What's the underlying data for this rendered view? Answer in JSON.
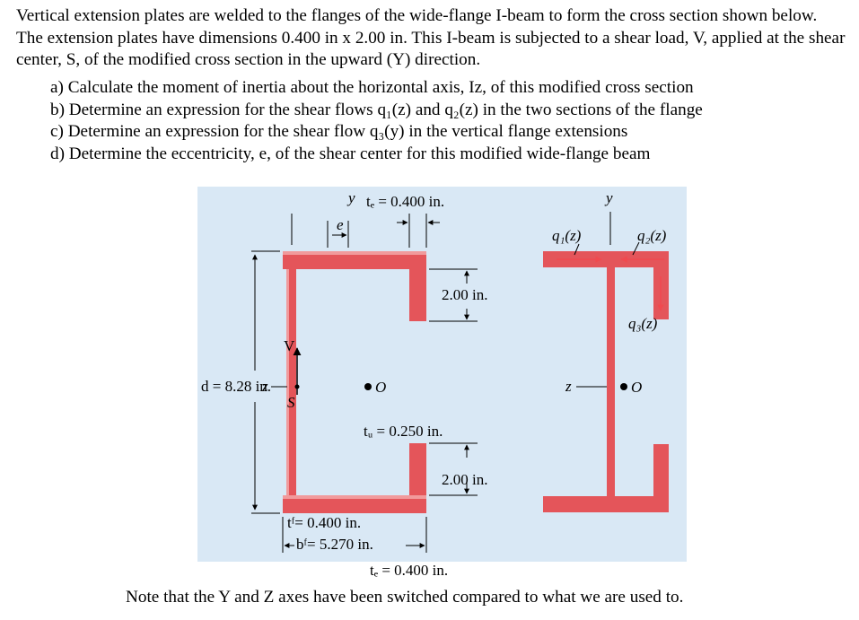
{
  "problem": {
    "intro": "Vertical extension plates are welded to the flanges of the wide-flange I-beam to form the cross section shown below. The extension plates have dimensions 0.400 in x 2.00 in. This I-beam is subjected to a shear load, V, applied at the shear center, S, of the modified cross section in the upward (Y) direction.",
    "parts": [
      "a) Calculate the moment of inertia about the horizontal axis, Iz, of this modified cross section",
      "b) Determine an expression for the shear flows q₁(z) and q₂(z) in the two sections of the flange",
      "c) Determine an expression for the shear flow q₃(y) in the vertical flange extensions",
      "d) Determine the eccentricity, e, of the shear center for this modified wide-flange beam"
    ],
    "note": "Note that the Y and Z axes have been switched compared to what we are used to."
  },
  "figure": {
    "te_top": "tₑ = 0.400 in.",
    "ext_top": "2.00 in.",
    "tw": "tᵤ = 0.250 in.",
    "ext_bottom": "2.00 in.",
    "tf": "tᶠ= 0.400 in.",
    "bf": "bᶠ= 5.270 in.",
    "te_bottom": "tₑ = 0.400 in.",
    "d": "d = 8.28 in.",
    "y_axis": "y",
    "z_axis": "z",
    "e_label": "e",
    "V_label": "V",
    "S_label": "S",
    "O_label": "O",
    "q1": "q₁(z)",
    "q2": "q₂(z)",
    "q3": "q₃(z)",
    "colors": {
      "beam_fill": "#e4555a",
      "beam_light": "#f19a9c",
      "background": "#d9e8f5",
      "flow_arrow": "#f04a4f"
    }
  }
}
